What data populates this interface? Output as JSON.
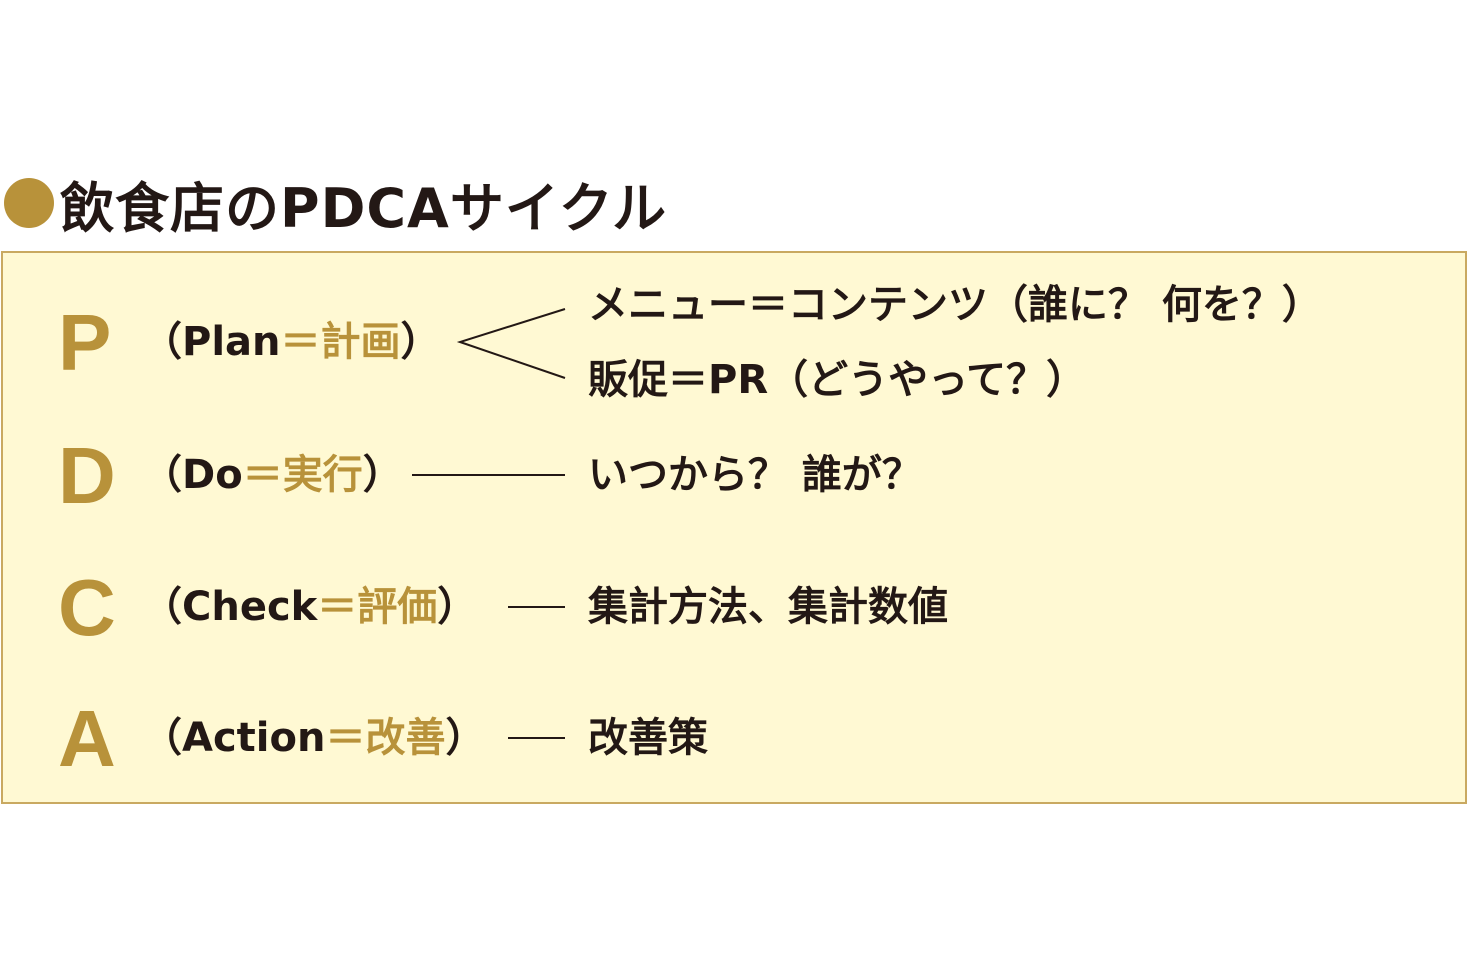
{
  "title": "飲食店のPDCAサイクル",
  "colors": {
    "accent": "#b8923a",
    "text": "#231815",
    "panel_bg": "#fff9d3",
    "panel_border": "#c9a961",
    "line": "#231815"
  },
  "phases": [
    {
      "letter": "P",
      "open": "（",
      "english": "Plan",
      "sep": "＝",
      "japanese": "計画",
      "close": "）",
      "items": [
        "メニュー＝コンテンツ（誰に？ 何を？）",
        "販促＝PR（どうやって？）"
      ]
    },
    {
      "letter": "D",
      "open": "（",
      "english": "Do",
      "sep": "＝",
      "japanese": "実行",
      "close": "）",
      "items": [
        "いつから？ 誰が？"
      ]
    },
    {
      "letter": "C",
      "open": "（",
      "english": "Check",
      "sep": "＝",
      "japanese": "評価",
      "close": "）",
      "items": [
        "集計方法、集計数値"
      ]
    },
    {
      "letter": "A",
      "open": "（",
      "english": "Action",
      "sep": "＝",
      "japanese": "改善",
      "close": "）",
      "items": [
        "改善策"
      ]
    }
  ]
}
